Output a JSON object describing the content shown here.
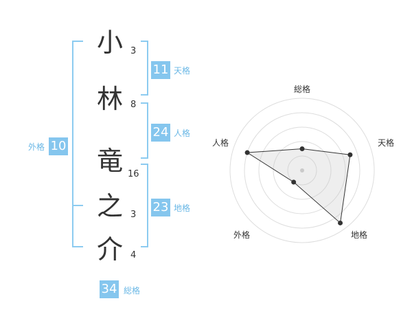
{
  "name_chars": [
    {
      "char": "小",
      "strokes": "3"
    },
    {
      "char": "林",
      "strokes": "8"
    },
    {
      "char": "竜",
      "strokes": "16"
    },
    {
      "char": "之",
      "strokes": "3"
    },
    {
      "char": "介",
      "strokes": "4"
    }
  ],
  "kaku": {
    "tenkaku": {
      "value": "11",
      "label": "天格"
    },
    "jinkaku": {
      "value": "24",
      "label": "人格"
    },
    "chikaku": {
      "value": "23",
      "label": "地格"
    },
    "gaikaku": {
      "value": "10",
      "label": "外格"
    },
    "soukaku": {
      "value": "34",
      "label": "総格"
    }
  },
  "colors": {
    "accent": "#85c6ee",
    "bracket": "#8ccbf0",
    "label": "#6bb8e6",
    "text": "#333333"
  },
  "chart_data": {
    "type": "radar",
    "axes": [
      "総格",
      "天格",
      "地格",
      "外格",
      "人格"
    ],
    "values": [
      1.5,
      3.5,
      4.5,
      1,
      4
    ],
    "rmax": 5,
    "rings": 5
  }
}
